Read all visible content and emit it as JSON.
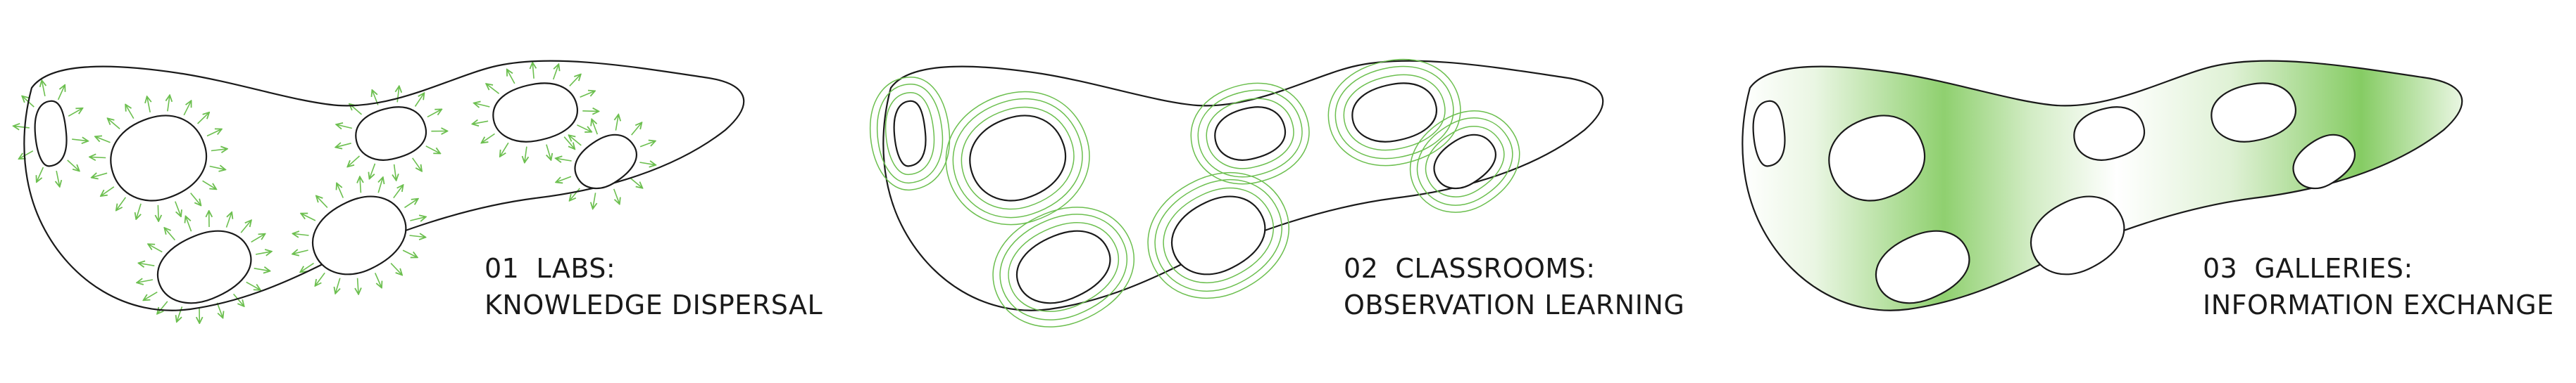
{
  "panels": [
    {
      "number": "01",
      "title": "LABS:",
      "subtitle": "KNOWLEDGE DISPERSAL",
      "treatment": "arrows"
    },
    {
      "number": "02",
      "title": "CLASSROOMS:",
      "subtitle": "OBSERVATION LEARNING",
      "treatment": "rings"
    },
    {
      "number": "03",
      "title": "GALLERIES:",
      "subtitle": "INFORMATION EXCHANGE",
      "treatment": "gradient"
    }
  ],
  "colors": {
    "outline": "#1a1a1a",
    "accent": "#6cbf4f",
    "accent_dark": "#5aa83f",
    "background": "#ffffff"
  }
}
